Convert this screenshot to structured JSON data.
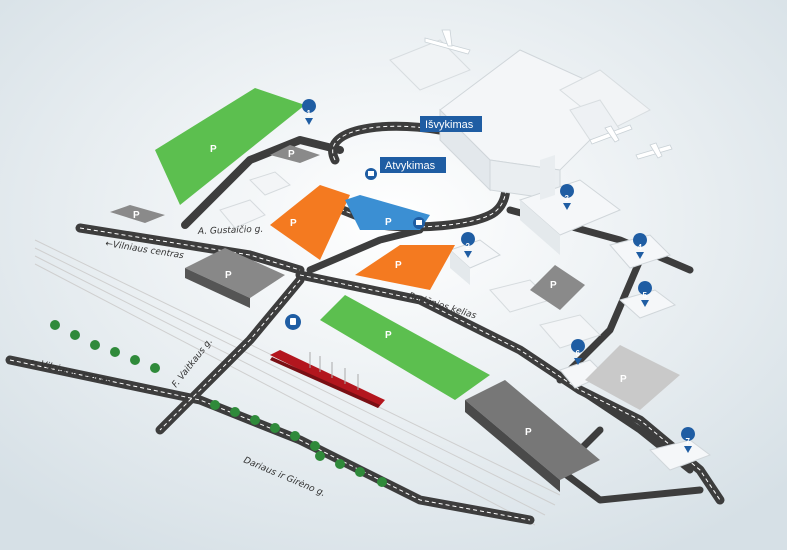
{
  "terminal": {
    "departures": "Išvykimas",
    "arrivals": "Atvykimas"
  },
  "streets": {
    "vilnius_center_top": "←Vilniaus centras",
    "vilnius_center_bottom": "← Vilniaus centras",
    "gustaiciu": "A. Gustaičio g.",
    "rodunios": "Rodūnios kelias",
    "vaitkaus": "F. Vaitkaus g.",
    "dariaus_gireno": "Dariaus ir Girėno g."
  },
  "parking": {
    "label": "P",
    "zones": [
      {
        "id": "green-north",
        "color": "#5cbf4f"
      },
      {
        "id": "green-south",
        "color": "#5cbf4f"
      },
      {
        "id": "orange-west",
        "color": "#f47a20"
      },
      {
        "id": "orange-east",
        "color": "#f47a20"
      },
      {
        "id": "blue-terminal",
        "color": "#3b8fd3"
      },
      {
        "id": "gray-multistorey-west",
        "color": "#7a7a7a"
      },
      {
        "id": "gray-multistorey-south",
        "color": "#6f6f6f"
      },
      {
        "id": "gray-small",
        "color": "#8a8a8a"
      }
    ]
  },
  "markers": [
    "1",
    "2",
    "3",
    "4",
    "5",
    "6",
    "7"
  ],
  "icons": {
    "plane": "plane-icon",
    "bus": "bus-icon",
    "train": "train-icon",
    "car": "car-icon"
  }
}
